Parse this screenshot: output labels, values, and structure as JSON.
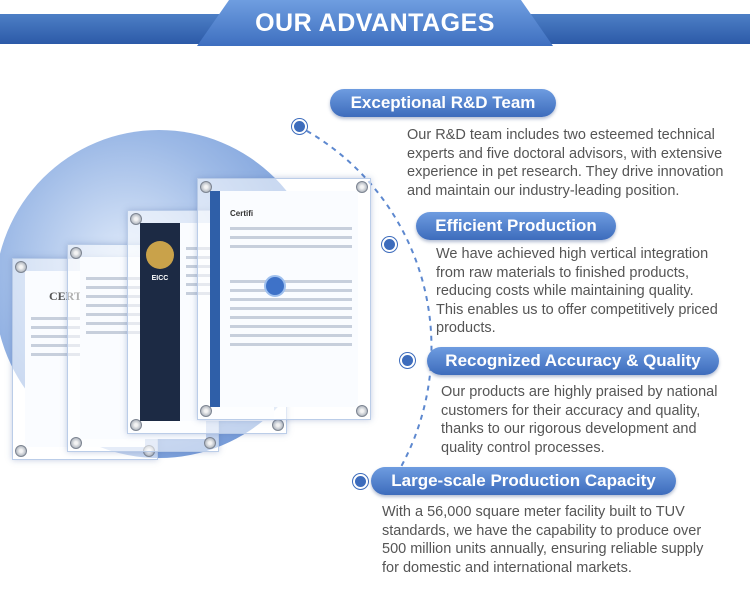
{
  "header": {
    "title": "OUR ADVANTAGES"
  },
  "certificates": [
    {
      "kind": "certificate",
      "label": "CERTI"
    },
    {
      "kind": "certificate"
    },
    {
      "kind": "eicc",
      "label": "EICC"
    },
    {
      "kind": "certificate",
      "label": "Certifi"
    }
  ],
  "advantages": [
    {
      "title": "Exceptional R&D Team",
      "lines": [
        "Our R&D team includes two esteemed technical",
        "experts and five doctoral advisors, with extensive",
        "experience in pet research. They drive innovation",
        "and maintain our industry-leading position."
      ]
    },
    {
      "title": "Efficient Production",
      "lines": [
        "We have achieved high vertical integration",
        "from raw materials to finished products,",
        "reducing costs while maintaining quality.",
        "This enables us to offer competitively priced",
        "products."
      ]
    },
    {
      "title": "Recognized Accuracy & Quality",
      "lines": [
        "Our products are highly praised by national",
        "customers for their accuracy and quality,",
        "thanks to our rigorous development and",
        "quality control processes."
      ]
    },
    {
      "title": "Large-scale Production Capacity",
      "lines": [
        "With a 56,000 square meter facility built to TUV",
        "standards, we have the capability to produce over",
        "500 million units annually, ensuring reliable supply",
        "for domestic and international markets."
      ]
    }
  ],
  "colors": {
    "brand_blue": "#3d6cbc",
    "text_gray": "#555555"
  }
}
